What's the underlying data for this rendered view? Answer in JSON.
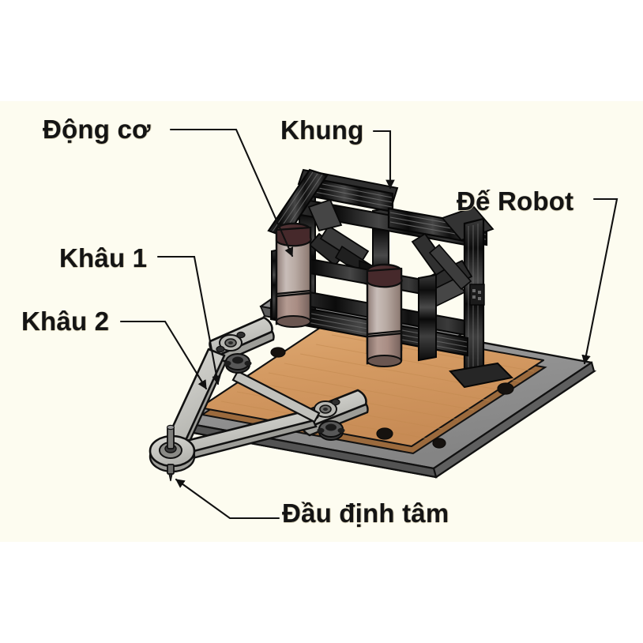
{
  "figure": {
    "kind": "technical-illustration",
    "subject": "5-bar parallel robot on frame base",
    "background_color": "#ffffff",
    "panel_color": "#fdfcf0",
    "label_color": "#141414"
  },
  "labels": [
    {
      "id": "dong-co",
      "text": "Động cơ",
      "target": "motor"
    },
    {
      "id": "khung",
      "text": "Khung",
      "target": "frame"
    },
    {
      "id": "de-robot",
      "text": "Đế Robot",
      "target": "base-plate"
    },
    {
      "id": "khau-1",
      "text": "Khâu 1",
      "target": "link-1"
    },
    {
      "id": "khau-2",
      "text": "Khâu 2",
      "target": "link-2"
    },
    {
      "id": "dau-dinh-tam",
      "text": "Đầu định tâm",
      "target": "centering-head"
    }
  ],
  "parts": {
    "frame": {
      "name": "Khung",
      "material": "aluminium-extrusion",
      "color": "#1c1c1c"
    },
    "motor": {
      "name": "Động cơ",
      "count": 2,
      "cap_color": "#4a2f30",
      "body_color": "#b3a69f"
    },
    "base_plate": {
      "name": "Đế Robot",
      "color": "#8c8c8c"
    },
    "wood_board": {
      "name": "Tấm gỗ",
      "color": "#d79c63"
    },
    "links": {
      "name": "Khâu",
      "count": 4,
      "color": "#c9c9c4"
    },
    "centering_head": {
      "name": "Đầu định tâm",
      "color": "#7a7a78"
    }
  }
}
